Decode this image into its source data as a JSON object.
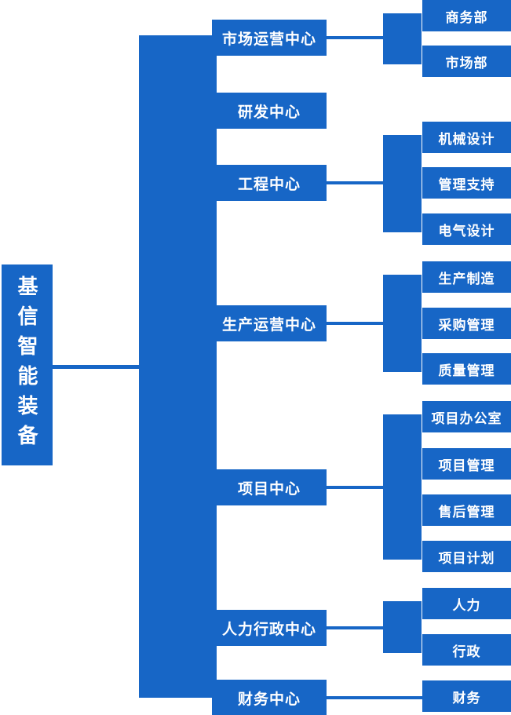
{
  "org": {
    "root": {
      "label": "基信智能装备"
    },
    "centers": [
      {
        "label": "市场运营中心",
        "children": [
          "商务部",
          "市场部"
        ]
      },
      {
        "label": "研发中心",
        "children": []
      },
      {
        "label": "工程中心",
        "children": [
          "机械设计",
          "管理支持",
          "电气设计"
        ]
      },
      {
        "label": "生产运营中心",
        "children": [
          "生产制造",
          "采购管理",
          "质量管理"
        ]
      },
      {
        "label": "项目中心",
        "children": [
          "项目办公室",
          "项目管理",
          "售后管理",
          "项目计划"
        ]
      },
      {
        "label": "人力行政中心",
        "children": [
          "人力",
          "行政"
        ]
      },
      {
        "label": "财务中心",
        "children": [
          "财务"
        ]
      }
    ],
    "colors": {
      "node_fill": "#1766c6",
      "node_text": "#ffffff",
      "background": "#ffffff"
    }
  }
}
